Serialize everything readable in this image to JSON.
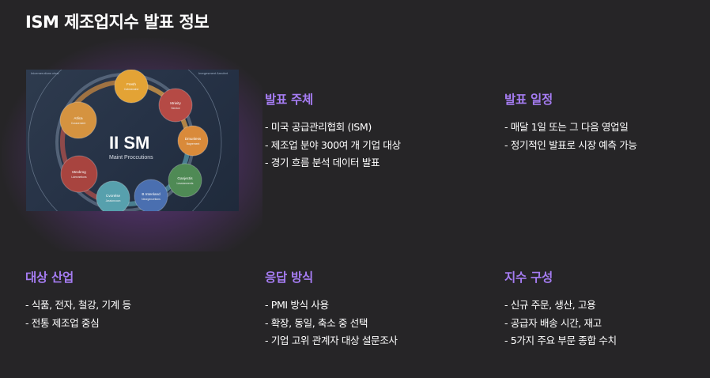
{
  "page": {
    "title": "ISM 제조업지수 발표 정보"
  },
  "hero": {
    "center_title": "II SM",
    "center_subtitle": "Maint Proccutions",
    "nodes": [
      {
        "title": "Fresh",
        "sub": "Cabmeraind",
        "color": "#e3a335"
      },
      {
        "title": "Mrieity",
        "sub": "Service",
        "color": "#b54a45"
      },
      {
        "title": "Dmunless",
        "sub": "Bagrement",
        "color": "#d98a3a"
      },
      {
        "title": "Ganjectis",
        "sub": "Lessionments",
        "color": "#4f8a55"
      },
      {
        "title": "B Intenland",
        "sub": "Neorgenzetions",
        "color": "#4a6fb0"
      },
      {
        "title": "Cvorelse",
        "sub": "Jassioncoon",
        "color": "#57a0ad"
      },
      {
        "title": "Mexkrog",
        "sub": "Ldesmetions",
        "color": "#a8443f"
      },
      {
        "title": "Atlica",
        "sub": "Coracement",
        "color": "#d59340"
      }
    ],
    "corner_text_left": "Inicemerutions ctxal",
    "corner_text_right": "Inregesment Arecfert"
  },
  "sections": {
    "publisher": {
      "heading": "발표 주체",
      "items": [
        "- 미국 공급관리협회 (ISM)",
        "- 제조업 분야 300여 개 기업 대상",
        "- 경기 흐름 분석 데이터 발표"
      ]
    },
    "schedule": {
      "heading": "발표 일정",
      "items": [
        "- 매달 1일 또는 그 다음 영업일",
        "- 정기적인 발표로 시장 예측 가능"
      ]
    },
    "industry": {
      "heading": "대상 산업",
      "items": [
        "- 식품, 전자, 철강, 기계 등",
        "- 전통 제조업 중심"
      ]
    },
    "method": {
      "heading": "응답 방식",
      "items": [
        "- PMI 방식 사용",
        "- 확장, 동일, 축소 중 선택",
        "- 기업 고위 관계자 대상 설문조사"
      ]
    },
    "structure": {
      "heading": "지수 구성",
      "items": [
        "- 신규 주문, 생산, 고용",
        "- 공급자 배송 시간, 재고",
        "- 5가지 주요 부문 종합 수치"
      ]
    }
  }
}
